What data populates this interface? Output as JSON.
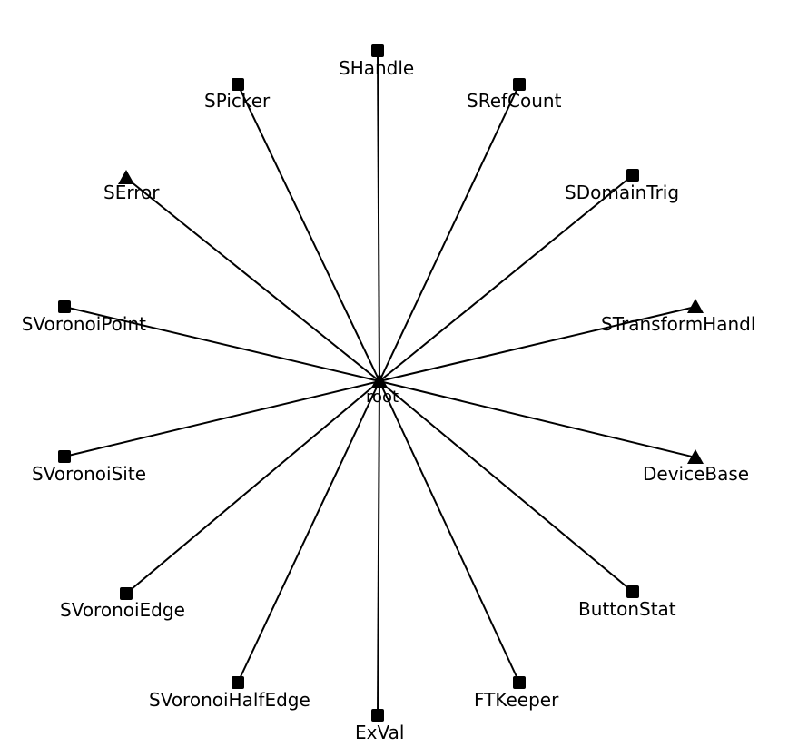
{
  "diagram": {
    "root": {
      "label": "root"
    },
    "nodes": [
      {
        "id": "shandle",
        "label": "SHandle",
        "marker": "square"
      },
      {
        "id": "srefcount",
        "label": "SRefCount",
        "marker": "square"
      },
      {
        "id": "sdomaintrig",
        "label": "SDomainTrig",
        "marker": "square"
      },
      {
        "id": "stransformhandl",
        "label": "STransformHandl",
        "marker": "triangle"
      },
      {
        "id": "devicebase",
        "label": "DeviceBase",
        "marker": "triangle"
      },
      {
        "id": "buttonstat",
        "label": "ButtonStat",
        "marker": "square"
      },
      {
        "id": "ftkeeper",
        "label": "FTKeeper",
        "marker": "square"
      },
      {
        "id": "exval",
        "label": "ExVal",
        "marker": "square"
      },
      {
        "id": "svoronoihalfedge",
        "label": "SVoronoiHalfEdge",
        "marker": "square"
      },
      {
        "id": "svoronoiedge",
        "label": "SVoronoiEdge",
        "marker": "square"
      },
      {
        "id": "svoronoisite",
        "label": "SVoronoiSite",
        "marker": "square"
      },
      {
        "id": "svoronoipoint",
        "label": "SVoronoiPoint",
        "marker": "square"
      },
      {
        "id": "serror",
        "label": "SError",
        "marker": "triangle"
      },
      {
        "id": "spicker",
        "label": "SPicker",
        "marker": "square"
      }
    ]
  }
}
